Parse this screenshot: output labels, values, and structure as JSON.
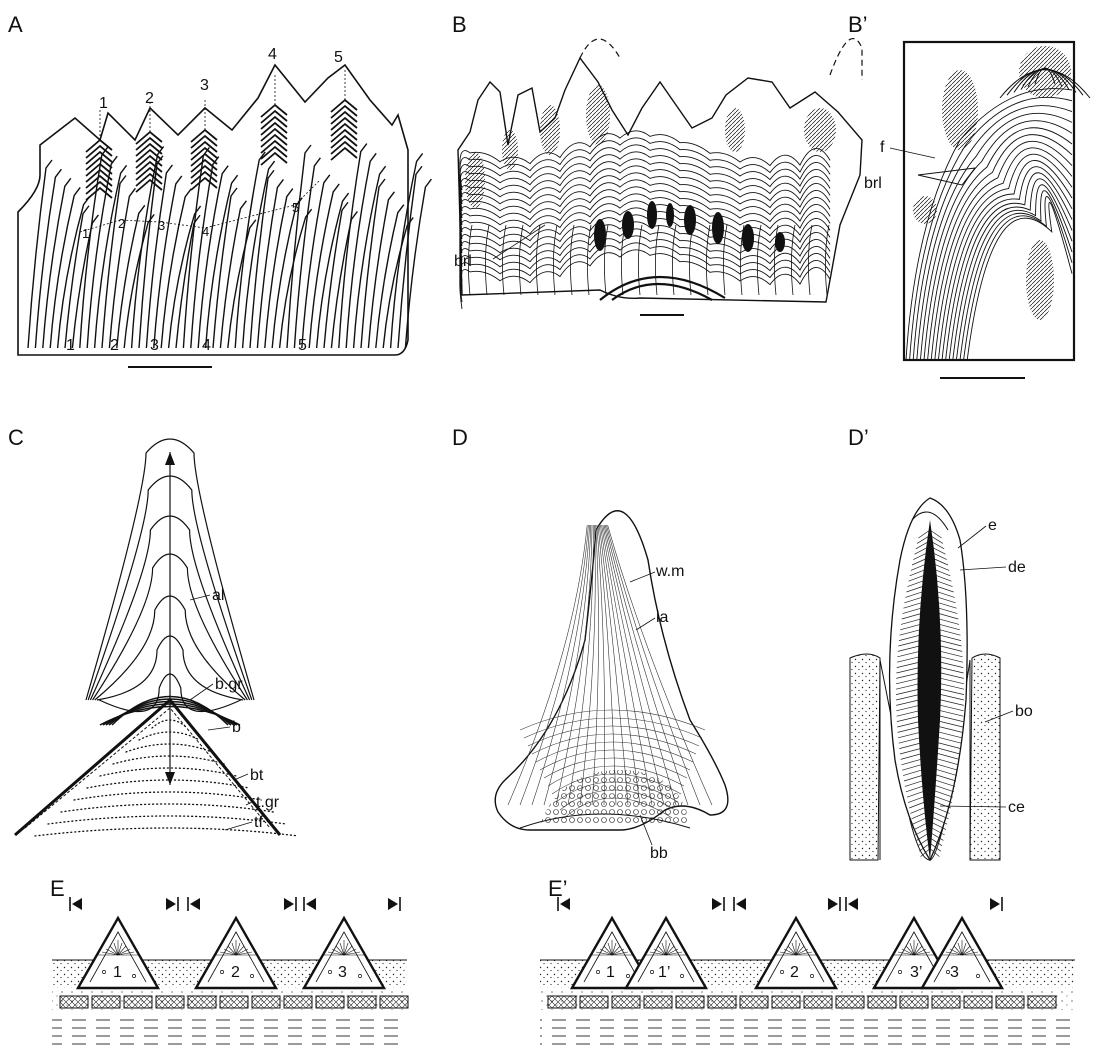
{
  "panels": {
    "A": {
      "letter": "A",
      "top_numbers": [
        "1",
        "2",
        "3",
        "4",
        "5"
      ],
      "mid_numbers": [
        "1",
        "2",
        "3",
        "4",
        "5"
      ],
      "bottom_numbers": [
        "1",
        "2",
        "3",
        "4",
        "5"
      ]
    },
    "B": {
      "letter": "B",
      "labels": {
        "brl": "brl"
      }
    },
    "B_prime": {
      "letter": "B’",
      "labels": {
        "f": "f",
        "brl": "brl"
      }
    },
    "C": {
      "letter": "C",
      "labels": {
        "al": "al",
        "b_gr": "b.gr",
        "b": "b",
        "bt": "bt",
        "t_gr": "t.gr",
        "tf": "tf"
      }
    },
    "D": {
      "letter": "D",
      "labels": {
        "w_m": "w.m",
        "la": "la",
        "bb": "bb"
      }
    },
    "D_prime": {
      "letter": "D’",
      "labels": {
        "e": "e",
        "de": "de",
        "bo": "bo",
        "ce": "ce"
      }
    },
    "E": {
      "letter": "E",
      "tooth_numbers": [
        "1",
        "2",
        "3"
      ]
    },
    "E_prime": {
      "letter": "E’",
      "tooth_numbers": [
        "1",
        "1’",
        "2",
        "3’",
        "3"
      ]
    }
  }
}
